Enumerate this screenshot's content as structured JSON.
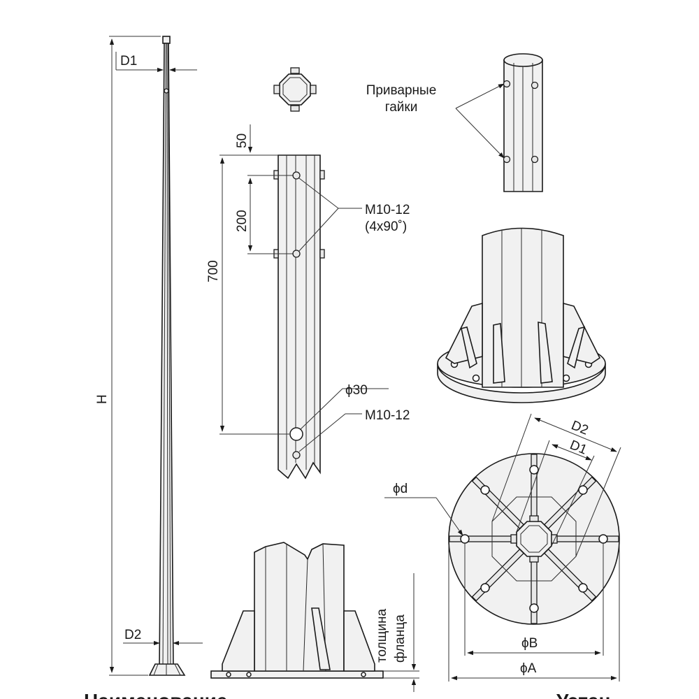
{
  "labels": {
    "D1_pole": "D1",
    "D2_pole": "D2",
    "H": "H",
    "dim_50": "50",
    "dim_200": "200",
    "dim_700": "700",
    "welded_nuts": "Приварные\nгайки",
    "m10_12_4x90": "M10-12\n(4x90˚)",
    "diam_30": "ϕ30",
    "m10_12": "M10-12",
    "flange_thickness": "толщина\nфланца",
    "D2_flange": "D2",
    "D1_flange": "D1",
    "diam_d": "ϕd",
    "diam_B": "ϕB",
    "diam_A": "ϕA",
    "caption_left": "Наименование",
    "caption_right": "Устан"
  }
}
